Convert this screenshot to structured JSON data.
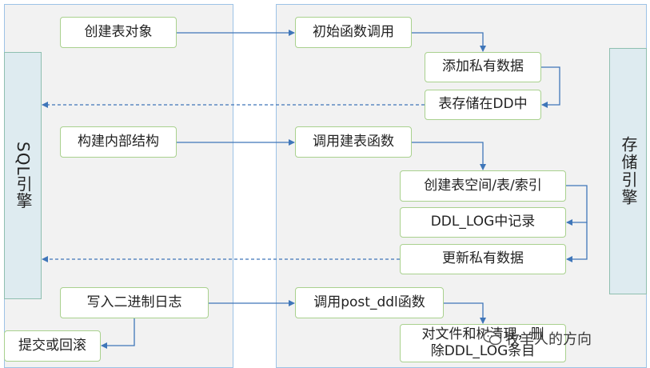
{
  "left_engine": {
    "label": "SQL引擎"
  },
  "right_engine": {
    "label": "存储引擎"
  },
  "left_steps": {
    "create_table_object": "创建表对象",
    "build_internal_structure": "构建内部结构",
    "write_binlog": "写入二进制日志",
    "commit_or_rollback": "提交或回滚"
  },
  "right_steps": {
    "init_function_call": "初始函数调用",
    "add_private_data": "添加私有数据",
    "store_table_in_dd": "表存储在DD中",
    "call_create_table_function": "调用建表函数",
    "create_tablespace_table_index": "创建表空间/表/索引",
    "record_in_ddl_log": "DDL_LOG中记录",
    "update_private_data": "更新私有数据",
    "call_post_ddl_function": "调用post_ddl函数",
    "cleanup_files_and_trees_line1": "对文件和树清理，删",
    "cleanup_files_and_trees_line2": "除DDL_LOG条目"
  },
  "watermark": {
    "text": "牧羊人的方向",
    "icon": "wechat-icon"
  },
  "colors": {
    "arrow": "#3f76b9",
    "box_border": "#a9d18e",
    "panel_border": "#9dc3e6",
    "engine_fill": "#deebf0"
  }
}
